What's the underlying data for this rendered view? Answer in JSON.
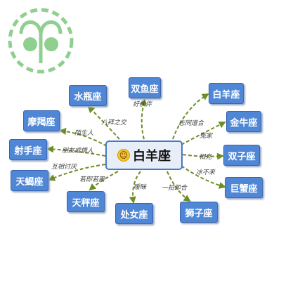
{
  "center": {
    "label": "白羊座"
  },
  "signs": [
    {
      "id": "shuangyu",
      "label": "双鱼座",
      "relation": "好伙伴"
    },
    {
      "id": "baiyang",
      "label": "白羊座",
      "relation": "志同道合"
    },
    {
      "id": "jinniu",
      "label": "金牛座",
      "relation": "冤家"
    },
    {
      "id": "shuangzi",
      "label": "双子座",
      "relation": "相克"
    },
    {
      "id": "juxie",
      "label": "巨蟹座",
      "relation": "冰不来"
    },
    {
      "id": "shizi",
      "label": "狮子座",
      "relation": "一拍即合"
    },
    {
      "id": "chunv",
      "label": "处女座",
      "relation": "暧昧"
    },
    {
      "id": "tiancheng",
      "label": "天秤座",
      "relation": "若即若离"
    },
    {
      "id": "tianxie",
      "label": "天蝎座",
      "relation": "互相讨厌"
    },
    {
      "id": "sheshou",
      "label": "射手座",
      "relation": "朋友或情人"
    },
    {
      "id": "mojie",
      "label": "摩羯座",
      "relation": "陌生人"
    },
    {
      "id": "shuiping",
      "label": "水瓶座",
      "relation": "八拜之交"
    }
  ],
  "colors": {
    "node": "#4f86d6",
    "center_border": "#4a78c6",
    "link": "#6b8e23",
    "logo": "#8fcf8f"
  }
}
